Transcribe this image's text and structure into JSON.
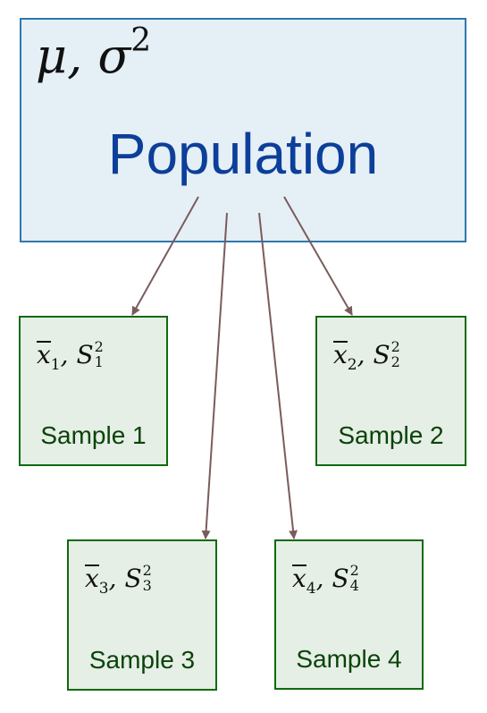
{
  "population": {
    "params": "μ, σ",
    "params_exp": "2",
    "label": "Population"
  },
  "samples": [
    {
      "mean": "x",
      "mean_sub": "1",
      "var": "S",
      "var_sup": "2",
      "var_sub": "1",
      "label": "Sample 1"
    },
    {
      "mean": "x",
      "mean_sub": "2",
      "var": "S",
      "var_sup": "2",
      "var_sub": "2",
      "label": "Sample 2"
    },
    {
      "mean": "x",
      "mean_sub": "3",
      "var": "S",
      "var_sup": "2",
      "var_sub": "3",
      "label": "Sample 3"
    },
    {
      "mean": "x",
      "mean_sub": "4",
      "var": "S",
      "var_sup": "2",
      "var_sub": "4",
      "label": "Sample 4"
    }
  ],
  "colors": {
    "population_fill": "#e5eff6",
    "population_border": "#2f77ad",
    "population_text": "#0c3f9a",
    "sample_fill": "#e5efe5",
    "sample_border": "#0f6a0f",
    "sample_text": "#0a430a",
    "arrow": "#7a5c5c"
  }
}
